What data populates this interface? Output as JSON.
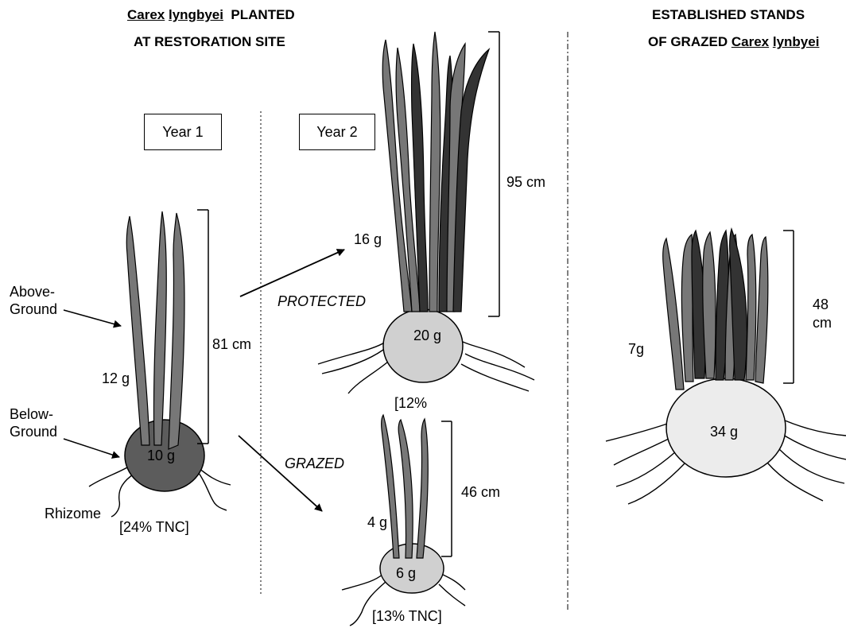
{
  "left_title": {
    "genus": "Carex",
    "species": "lyngbyei",
    "tail": "PLANTED",
    "line2": "AT RESTORATION SITE"
  },
  "right_title": {
    "line1": "ESTABLISHED STANDS",
    "prefix": "OF GRAZED",
    "genus": "Carex",
    "species": "lynbyei"
  },
  "year1": {
    "box_label": "Year 1",
    "above_ground_label": "Above-\nGround",
    "below_ground_label": "Below-\nGround",
    "rhizome_label": "Rhizome",
    "shoot_mass": "12 g",
    "root_mass": "10 g",
    "height": "81 cm",
    "tnc": "[24% TNC]"
  },
  "year2": {
    "box_label": "Year 2",
    "protected": {
      "label": "PROTECTED",
      "shoot_mass": "16 g",
      "root_mass": "20 g",
      "height": "95 cm",
      "tnc": "[12%"
    },
    "grazed": {
      "label": "GRAZED",
      "shoot_mass": "4 g",
      "root_mass": "6 g",
      "height": "46 cm",
      "tnc": "[13% TNC]"
    }
  },
  "established": {
    "shoot_mass": "7g",
    "root_mass": "34 g",
    "height": "48\ncm"
  },
  "colors": {
    "dark_root": "#5c5c5c",
    "light_root": "#d0d0d0",
    "lighter_root": "#ececec",
    "leaf_mid": "#777777",
    "leaf_dark": "#333333"
  }
}
